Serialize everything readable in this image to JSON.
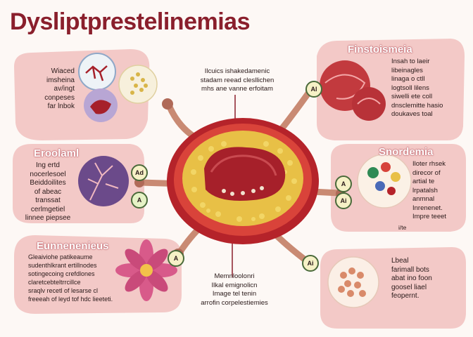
{
  "title": "Dysliptprestelinemias",
  "center_text_top": "Ilcuics ishakedamenic\nstadam reead clesllichen\nmhs ane vanne erfoitam",
  "center_text_bottom": "Memnloolonri\nIlkal emignolicn\nImage tel tenin\narrofin corpelestiemies",
  "panels": {
    "top_left_text": "Wiaced\nimsheina\nav/ingt\nconpeses\nfar lnbok",
    "top_right": {
      "title": "Finstoismeia",
      "text": "Insah to laeir\nlibeinagles\nlinaga o ctll\nlogtsoll lilens\nsiwelli ete coll\ndnsclemitte hasio\ndoukaves toal"
    },
    "mid_left": {
      "title": "Eroolaml",
      "text": "Ing ertd\nnocerlesoel\nBeiddoilites\nof abeac\ntranssat\ncerlmgetiel\nlinnee piepsee"
    },
    "mid_right": {
      "title": "Snordemia",
      "text": "Iloter rhsek\ndirecor of\nartial te\nlrpatalsh\nanmnal\nInrenenet.\nImpre teeet",
      "footnote": "i/te"
    },
    "bottom_left": {
      "title": "Eunnenenieus",
      "text": "Gleaiviohe patikeaume\nsudenthlkrant ertillnodes\nsotingecoing crefdlones\nclaretcebteltrrcillce\nsraqlv recetl of lesarse cl\nfreeeah of leyd tof hdc lieeteti."
    },
    "bottom_right_text": "Lbeal\nfarimall bots\nabat ino foon\ngoosel liael\nfeopernt."
  },
  "badges": [
    "Al",
    "Ad",
    "A",
    "A",
    "Ai",
    "A",
    "Ai"
  ],
  "colors": {
    "title": "#8a1f2c",
    "panel": "#f3c9c7",
    "artery_outer": "#b5232a",
    "artery_wall": "#d9433a",
    "plaque": "#e8c046",
    "clot": "#a6202a",
    "connector": "#c98a73"
  }
}
